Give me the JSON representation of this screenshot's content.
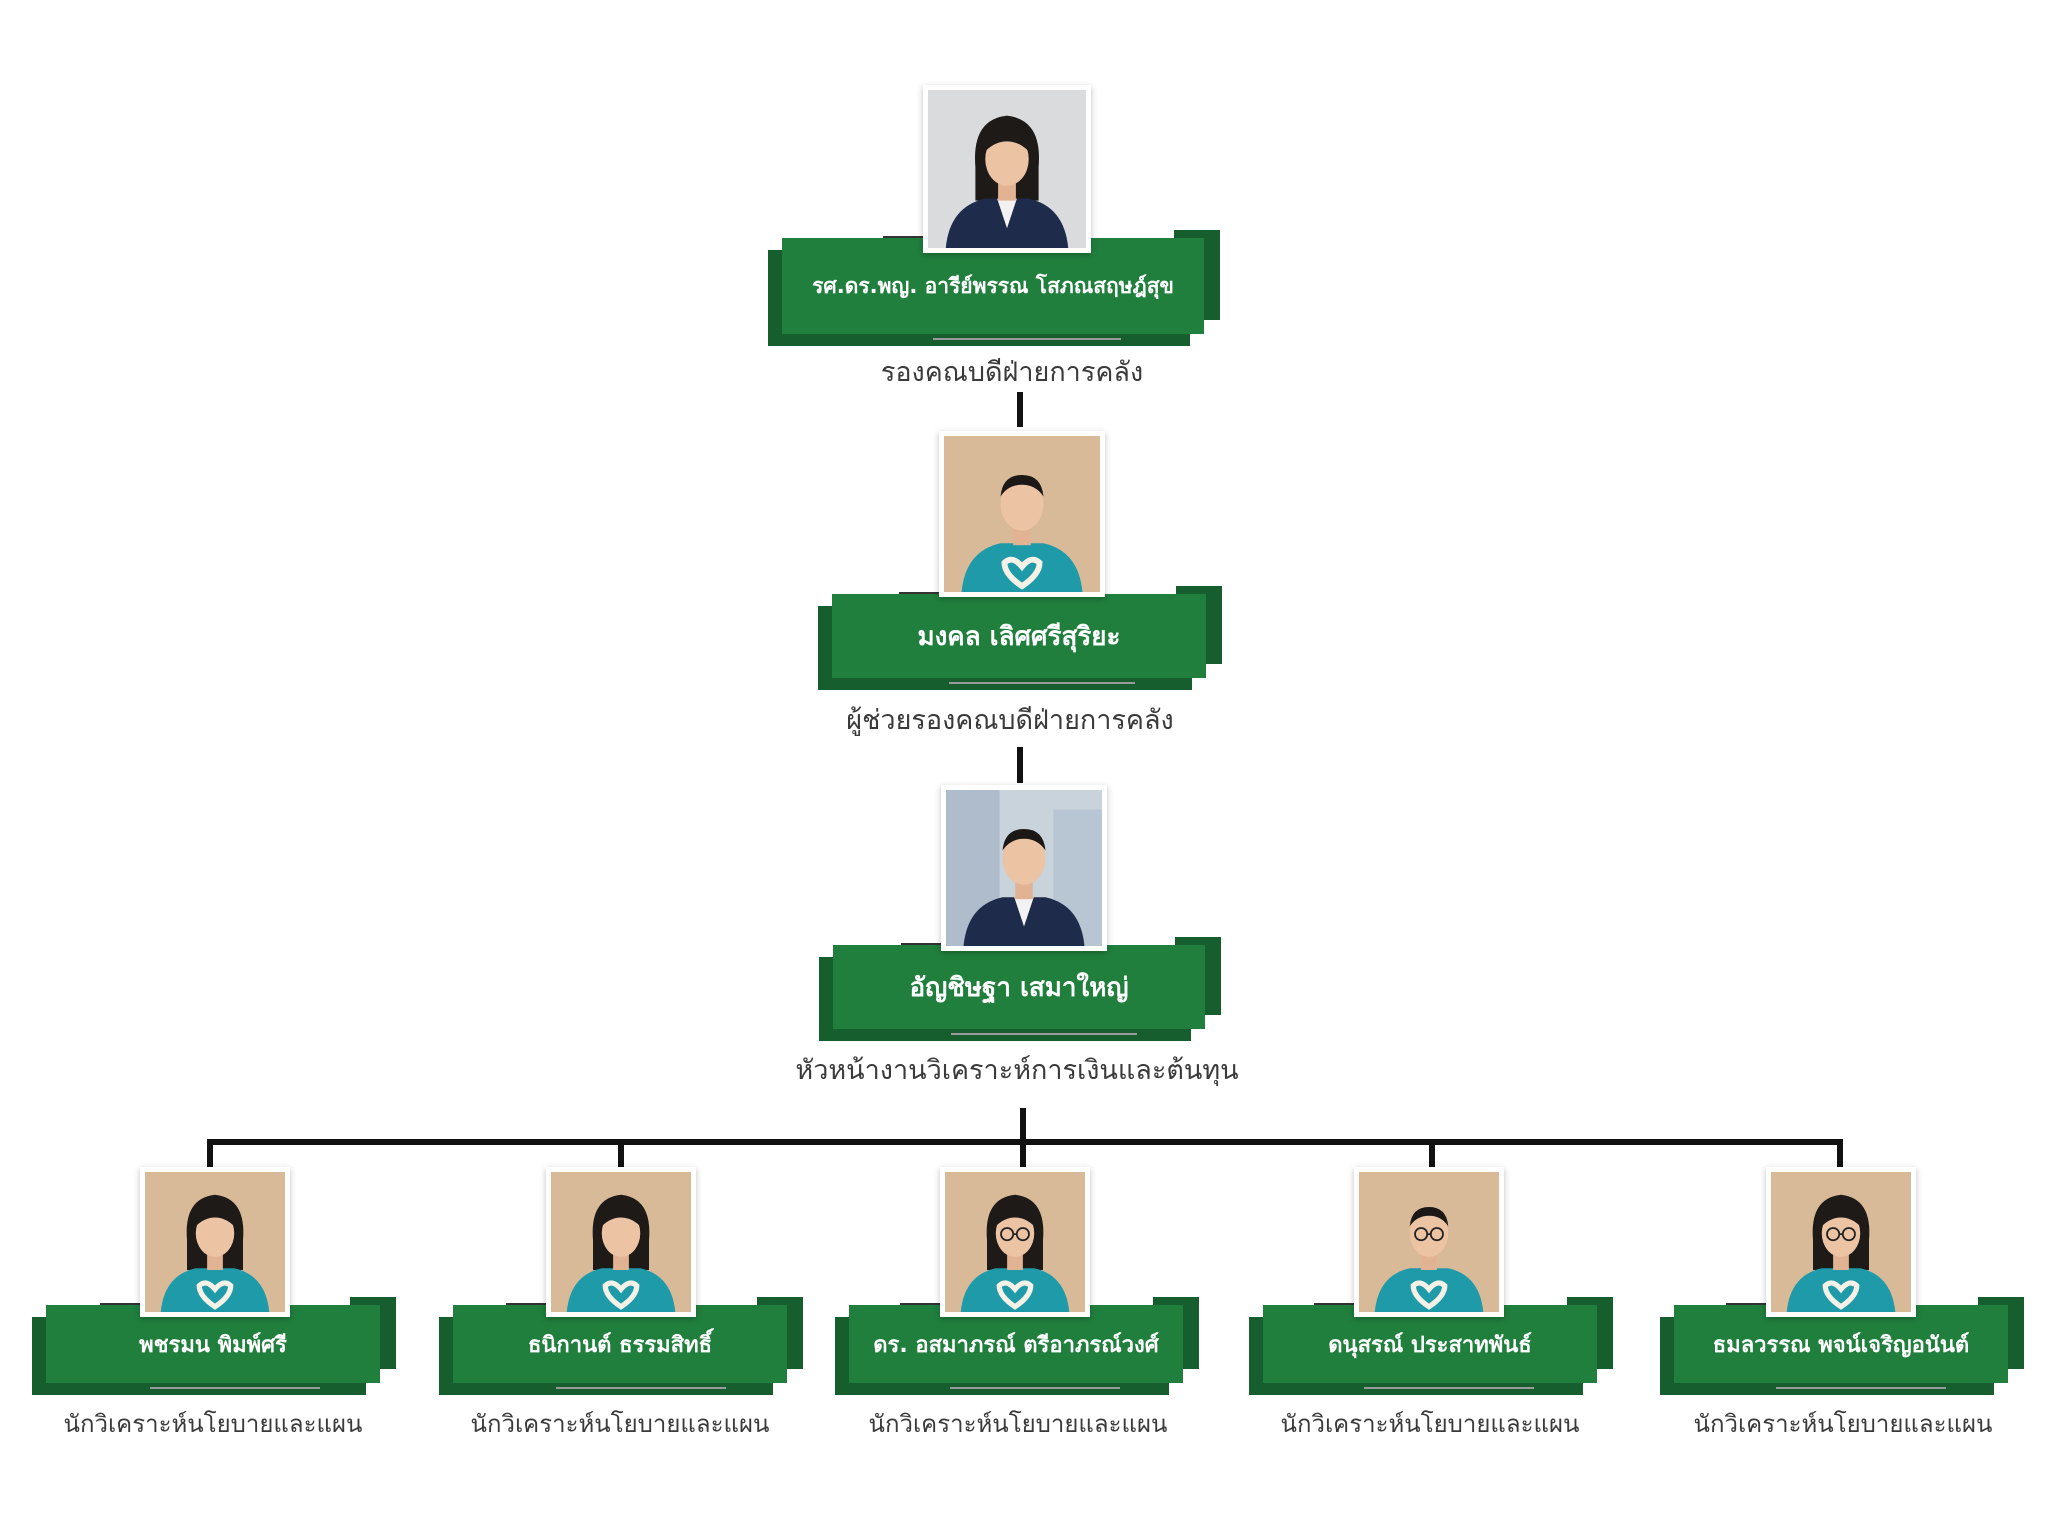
{
  "org_chart": {
    "level1": {
      "name": "รศ.ดร.พญ. อารีย์พรรณ โสภณสฤษฎ์สุข",
      "title": "รองคณบดีฝ่ายการคลัง",
      "photo_icon": "person-photo-female-suit"
    },
    "level2": {
      "name": "มงคล เลิศศรีสุริยะ",
      "title": "ผู้ช่วยรองคณบดีฝ่ายการคลัง",
      "photo_icon": "person-photo-male-teal-shirt"
    },
    "level3": {
      "name": "อัญชิษฐา เสมาใหญ่",
      "title": "หัวหน้างานวิเคราะห์การเงินและต้นทุน",
      "photo_icon": "person-photo-male-suit"
    },
    "staff": [
      {
        "name": "พชรมน พิมพ์ศรี",
        "title": "นักวิเคราะห์นโยบายและแผน",
        "photo_icon": "person-photo-female-teal-shirt"
      },
      {
        "name": "ธนิกานต์ ธรรมสิทธิ์",
        "title": "นักวิเคราะห์นโยบายและแผน",
        "photo_icon": "person-photo-female-teal-shirt"
      },
      {
        "name": "ดร. อสมาภรณ์ ตรีอาภรณ์วงศ์",
        "title": "นักวิเคราะห์นโยบายและแผน",
        "photo_icon": "person-photo-female-glasses-teal-shirt"
      },
      {
        "name": "ดนุสรณ์ ประสาทพันธ์",
        "title": "นักวิเคราะห์นโยบายและแผน",
        "photo_icon": "person-photo-male-glasses-teal-shirt"
      },
      {
        "name": "ธมลวรรณ พจน์เจริญอนันต์",
        "title": "นักวิเคราะห์นโยบายและแผน",
        "photo_icon": "person-photo-female-glasses-teal-shirt"
      }
    ]
  },
  "colors": {
    "plate": "#207f3d",
    "plate_shadow": "#175e2e",
    "connector": "#111111",
    "title_text": "#3a3a3a",
    "teal_shirt": "#1f9aa8",
    "navy_suit": "#1e2b4a"
  }
}
